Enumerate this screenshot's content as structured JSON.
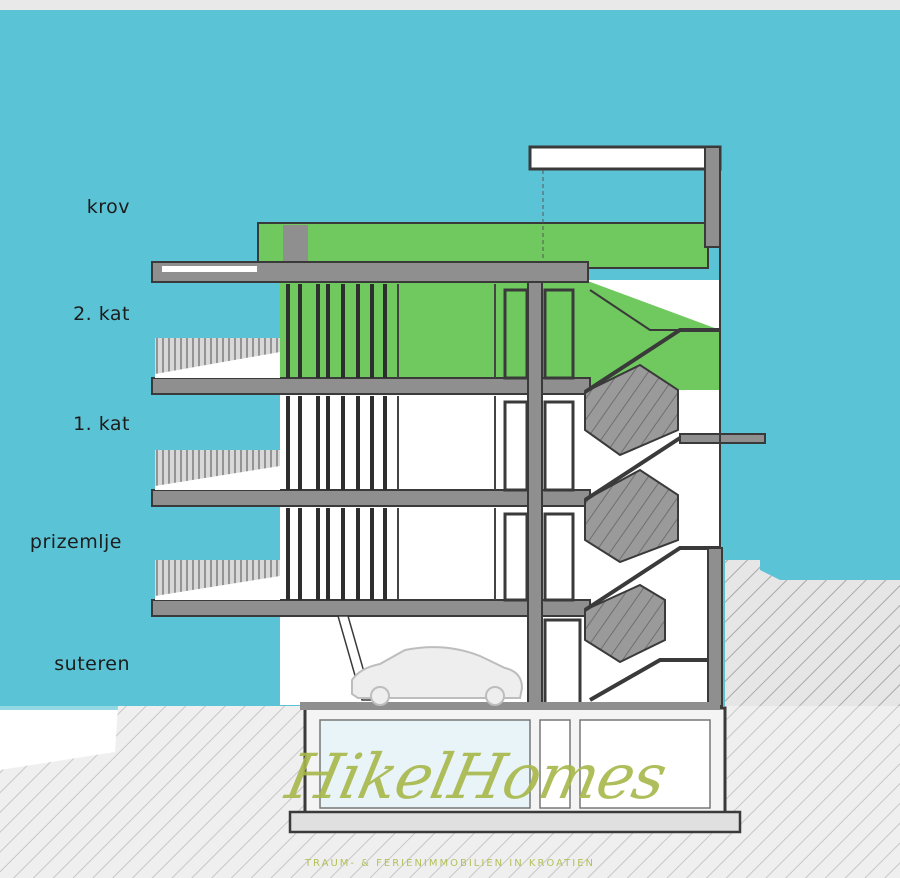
{
  "diagram": {
    "floor_labels": {
      "roof": "krov",
      "second_floor": "2. kat",
      "first_floor": "1. kat",
      "ground_floor": "prizemlje",
      "basement": "suteren"
    },
    "colors": {
      "sky": "#5bc3d6",
      "highlight_floor": "#6fc95e",
      "slab": "#8f8f8f",
      "outline": "#3a3a3a",
      "ground_hatch": "#bdbdbd"
    },
    "highlighted_level": "2. kat"
  },
  "watermark": {
    "logo_text": "HikelHomes",
    "tagline": "TRAUM- & FERIENIMMOBILIEN IN KROATIEN"
  }
}
